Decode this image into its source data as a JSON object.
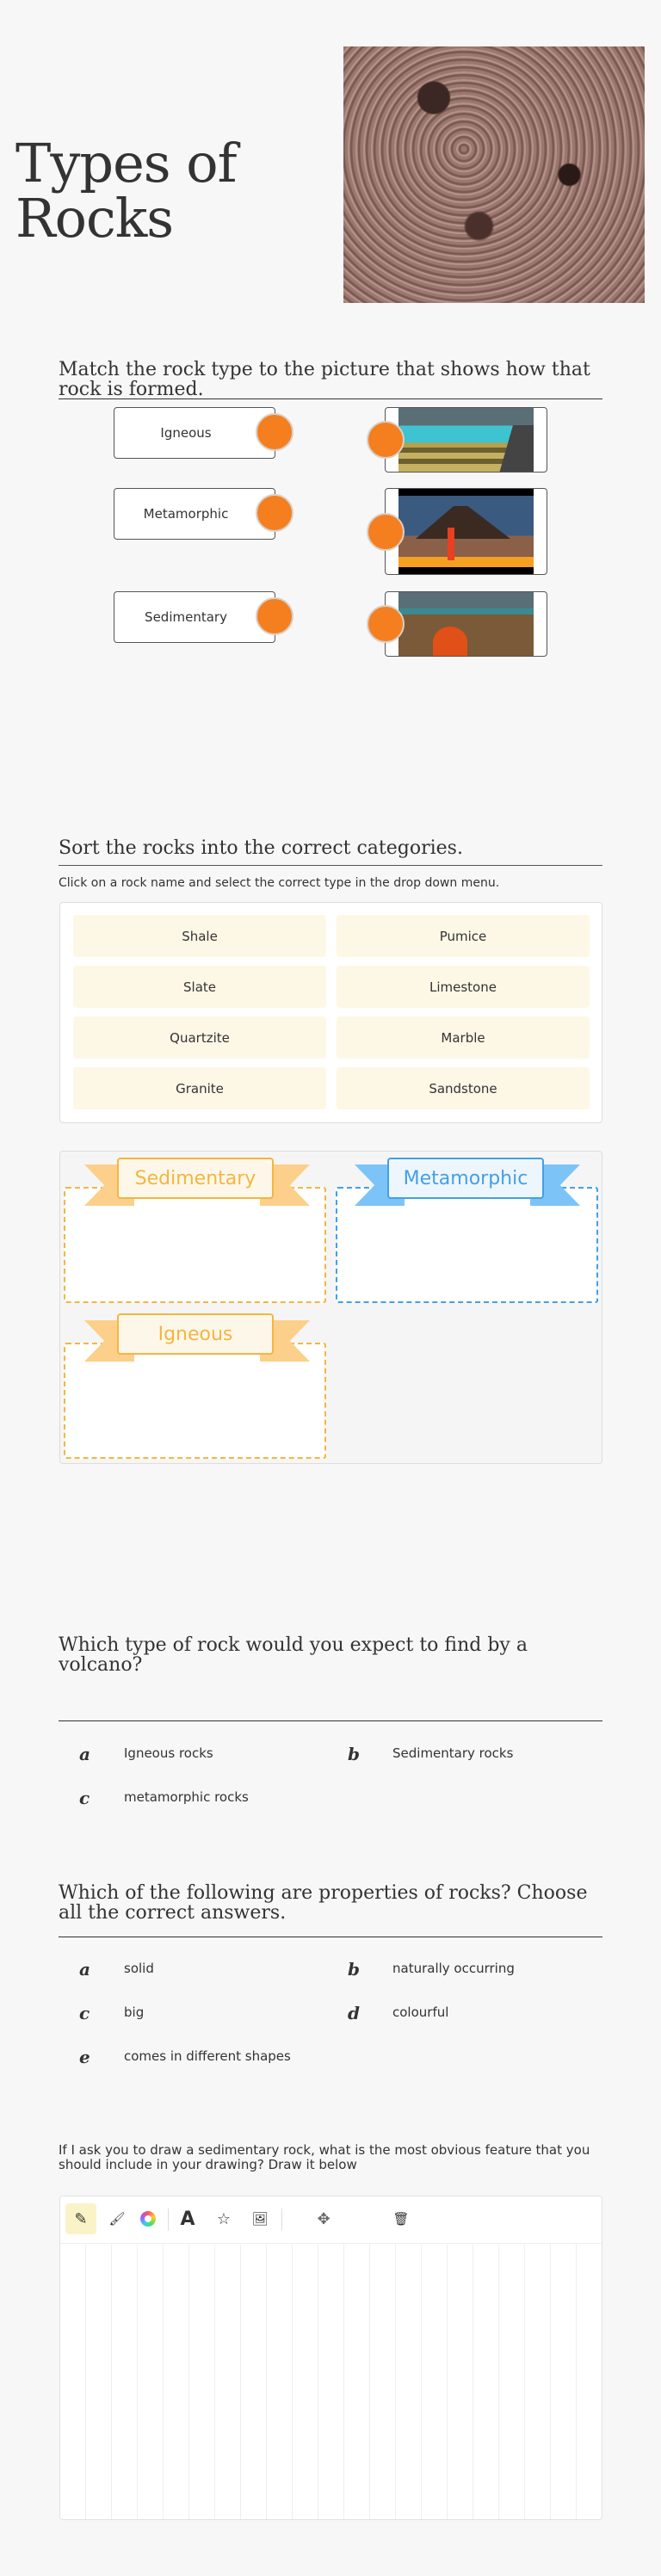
{
  "title": "Types of Rocks",
  "match": {
    "heading": "Match the rock type to the picture that shows how that rock is formed.",
    "items": [
      "Igneous",
      "Metamorphic",
      "Sedimentary"
    ],
    "dot_color": "#f57f1f"
  },
  "sort": {
    "heading": "Sort the rocks into the correct categories.",
    "instruction": "Click on a rock name and select the correct type in the drop down menu.",
    "rocks": [
      "Shale",
      "Pumice",
      "Slate",
      "Limestone",
      "Quartzite",
      "Marble",
      "Granite",
      "Sandstone"
    ],
    "categories": [
      {
        "label": "Sedimentary",
        "color": "#f5b53f"
      },
      {
        "label": "Metamorphic",
        "color": "#42a0e8"
      },
      {
        "label": "Igneous",
        "color": "#f5b53f"
      }
    ]
  },
  "q1": {
    "heading": "Which type of rock would you expect to find by a volcano?",
    "options": [
      {
        "letter": "a",
        "text": "Igneous rocks"
      },
      {
        "letter": "b",
        "text": "Sedimentary rocks"
      },
      {
        "letter": "c",
        "text": "metamorphic rocks"
      }
    ]
  },
  "q2": {
    "heading": "Which of the following are properties of rocks? Choose all the correct answers.",
    "options": [
      {
        "letter": "a",
        "text": "solid"
      },
      {
        "letter": "b",
        "text": "naturally occurring"
      },
      {
        "letter": "c",
        "text": "big"
      },
      {
        "letter": "d",
        "text": "colourful"
      },
      {
        "letter": "e",
        "text": "comes in different shapes"
      }
    ]
  },
  "draw": {
    "prompt": "If I ask you to draw a sedimentary rock, what is the most obvious feature that you should include in your drawing? Draw it below",
    "tools": {
      "pencil": "✎",
      "brush": "🖌",
      "text": "A",
      "star": "☆",
      "image": "🖼",
      "move": "✥",
      "trash": "🗑"
    }
  }
}
